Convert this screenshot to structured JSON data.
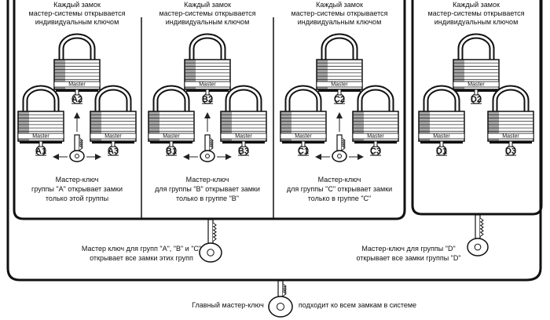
{
  "groups": [
    {
      "id": "A",
      "header": [
        "Каждый замок",
        "мастер-системы открывается",
        "индивидуальным ключом"
      ],
      "labels": [
        "A2",
        "A1",
        "A3"
      ],
      "caption": [
        "Мастер-ключ",
        "группы \"А\" открывает замки",
        "только этой группы"
      ]
    },
    {
      "id": "B",
      "header": [
        "Каждый замок",
        "мастер-системы открывается",
        "индивидуальным ключом"
      ],
      "labels": [
        "B2",
        "B1",
        "B3"
      ],
      "caption": [
        "Мастер-ключ",
        "для группы \"В\" открывает замки",
        "только в группе \"В\""
      ]
    },
    {
      "id": "C",
      "header": [
        "Каждый замок",
        "мастер-системы открывается",
        "индивидуальным ключом"
      ],
      "labels": [
        "C2",
        "C1",
        "C3"
      ],
      "caption": [
        "Мастер-ключ",
        "для группы \"С\" открывает замки",
        "только в группе \"С\""
      ]
    },
    {
      "id": "D",
      "header": [
        "Каждый замок",
        "мастер-системы открывается",
        "индивидуальным ключом"
      ],
      "labels": [
        "D2",
        "D1",
        "D3"
      ],
      "caption": []
    }
  ],
  "brand": "Master",
  "abc_master": [
    "Мастер ключ для групп \"А\", \"В\" и \"С\"",
    "открывает все замки этих групп"
  ],
  "d_master": [
    "Мастер-ключ для группы \"D\"",
    "открывает все замки группы \"D\""
  ],
  "grand_master_left": "Главный мастер-ключ",
  "grand_master_right": "подходит ко всем замкам в системе"
}
